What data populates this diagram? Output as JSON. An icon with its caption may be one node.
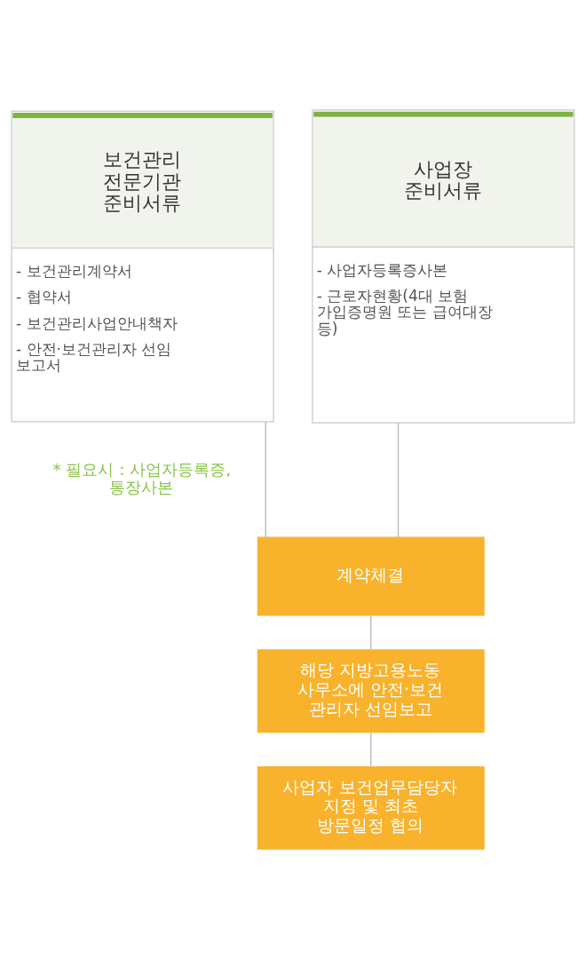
{
  "diagram": {
    "nodes": [
      {
        "text": [
          "보건관리 전문기관 준비서류",
          "- 보건관리계약서",
          "- 협약서",
          "- 보건관리사업안내책자",
          "- 안전·보건관리자 선임 보고서"
        ],
        "beside": [
          "* 필요시 : 사업자등록증, 통장사본"
        ]
      },
      {
        "text": [
          "사업장 준비서류",
          "- 사업자등록증사본",
          "- 근로자현황(4대 보험 가입증명원 또는 급여대장 등)"
        ]
      },
      {
        "text": [
          "계약체결"
        ]
      },
      {
        "text": [
          "해당 지방고용노동 사무소에 안전·보건 관리자 선임보고"
        ]
      },
      {
        "text": [
          "사업자 보건업무담당자 지정 및 최초 방문일정 협의"
        ]
      }
    ],
    "edges": [
      {
        "from": 0,
        "to": 2,
        "arrow": "none"
      },
      {
        "from": 1,
        "to": 2,
        "arrow": "none"
      },
      {
        "from": 2,
        "to": 3,
        "arrow": "none"
      },
      {
        "from": 3,
        "to": 4,
        "arrow": "none"
      }
    ]
  }
}
